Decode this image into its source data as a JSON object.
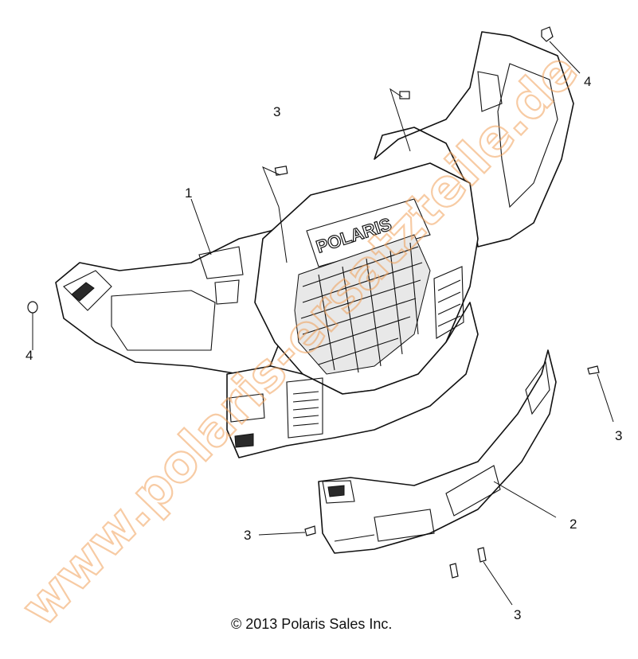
{
  "diagram": {
    "callouts": [
      {
        "id": "1",
        "label": "1"
      },
      {
        "id": "2",
        "label": "2"
      },
      {
        "id": "3a",
        "label": "3"
      },
      {
        "id": "3b",
        "label": "3"
      },
      {
        "id": "3c",
        "label": "3"
      },
      {
        "id": "3d",
        "label": "3"
      },
      {
        "id": "4a",
        "label": "4"
      },
      {
        "id": "4b",
        "label": "4"
      }
    ],
    "grille_logo": "POLARIS",
    "copyright": "© 2013 Polaris Sales Inc.",
    "watermark": "www.polaris-ersatzteile.de"
  },
  "colors": {
    "line": "#111111",
    "background": "#ffffff",
    "watermark": "#f1a15a"
  }
}
